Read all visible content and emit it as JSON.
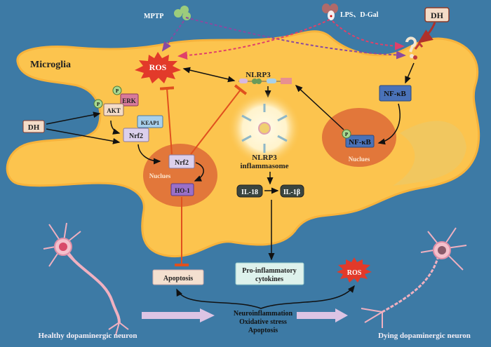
{
  "colors": {
    "background": "#3d7aa5",
    "cell": "#fcc44e",
    "nucleus": "#e2773a",
    "ros": "#e23a2a",
    "inhibit": "#e0501e"
  },
  "labels": {
    "mptp": "MPTP",
    "lps": "LPS、D-Gal",
    "dh_top": "DH",
    "dh_left": "DH",
    "microglia": "Microglia",
    "ros_top": "ROS",
    "ros_bottom": "ROS",
    "p1": "P",
    "p2": "P",
    "p3": "P",
    "erk": "ERK",
    "akt": "AKT",
    "keap1": "KEAP1",
    "nrf2_cyto": "Nrf2",
    "nrf2_nuc": "Nrf2",
    "ho1": "HO-1",
    "nucleus_left": "Nuclues",
    "nucleus_right": "Nuclues",
    "nlrp3": "NLRP3",
    "inflammasome_1": "NLRP3",
    "inflammasome_2": "inflammasome",
    "nfkb_cyto": "NF-κB",
    "nfkb_nuc": "NF-κB",
    "il18": "IL-18",
    "il1b": "IL-1β",
    "apoptosis": "Apoptosis",
    "proinfl_1": "Pro-inflammatory",
    "proinfl_2": "cytokines",
    "outcome_1": "Neuroinflammation",
    "outcome_2": "Oxidative stress",
    "outcome_3": "Apoptosis",
    "healthy": "Healthy dopaminergic neuron",
    "dying": "Dying dopaminergic neuron"
  }
}
